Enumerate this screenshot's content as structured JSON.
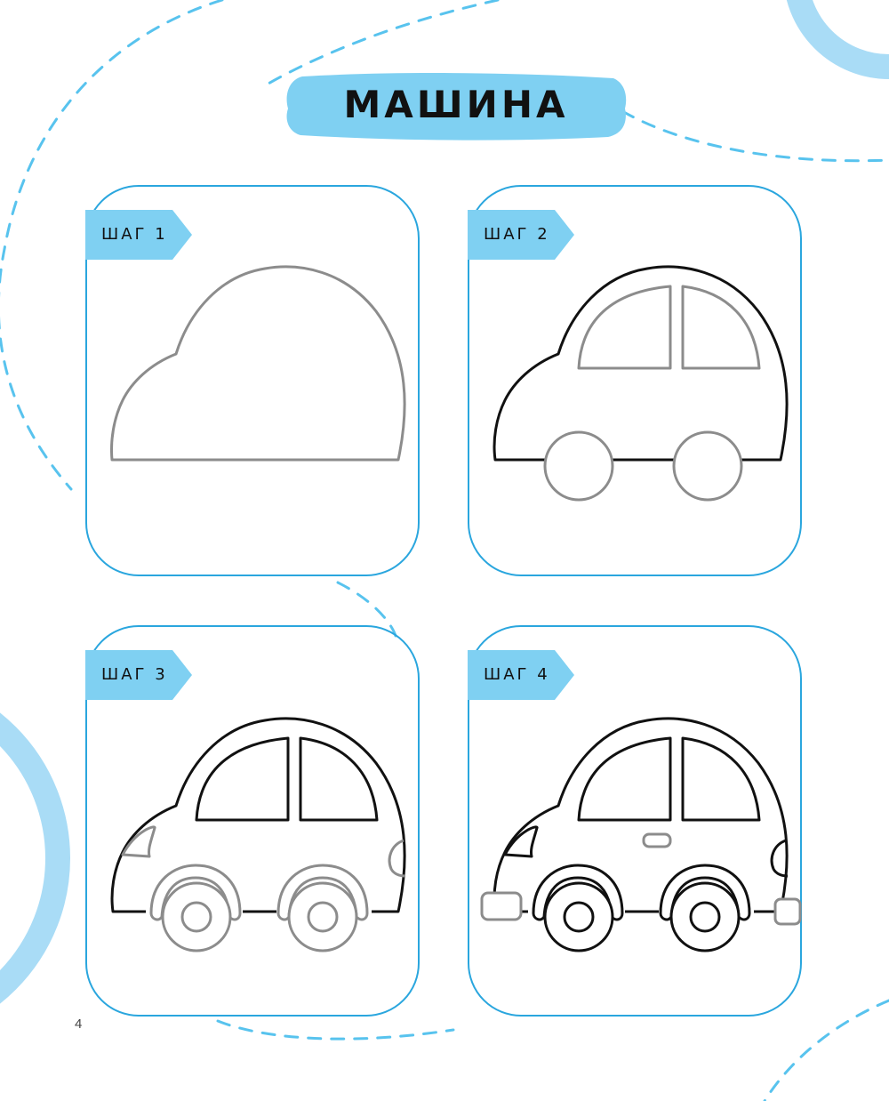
{
  "title": "МАШИНА",
  "steps": [
    {
      "label": "ШАГ 1"
    },
    {
      "label": "ШАГ 2"
    },
    {
      "label": "ШАГ 3"
    },
    {
      "label": "ШАГ 4"
    }
  ],
  "page_number": "4",
  "colors": {
    "accent": "#7fd0f2",
    "frame": "#2aa6de",
    "new_lines": "#8c8c8c",
    "done_lines": "#111111"
  }
}
